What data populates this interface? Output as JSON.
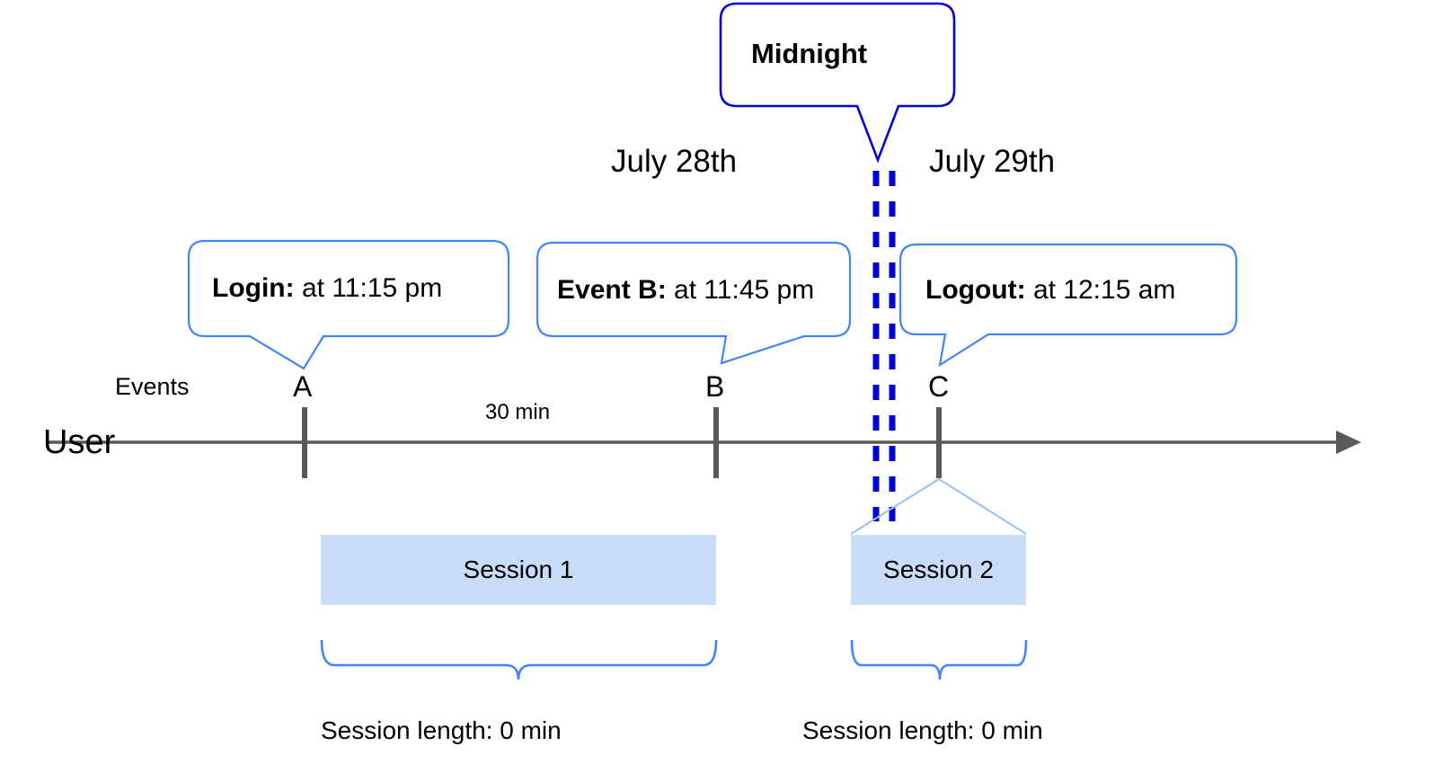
{
  "diagram": {
    "title_callout": {
      "label": "Midnight",
      "border_color": "#0000d6"
    },
    "dates": [
      {
        "label": "July 28th"
      },
      {
        "label": "July 29th"
      }
    ],
    "event_callouts": [
      {
        "bold": "Login:",
        "rest": " at 11:15 pm"
      },
      {
        "bold": "Event B:",
        "rest": " at 11:45 pm"
      },
      {
        "bold": "Logout:",
        "rest": " at 12:15 am"
      }
    ],
    "axis": {
      "row_label": "User",
      "events_label": "Events",
      "event_markers": [
        {
          "letter": "A"
        },
        {
          "letter": "B"
        },
        {
          "letter": "C"
        }
      ],
      "gap_label": "30 min",
      "axis_color": "#595959"
    },
    "sessions": [
      {
        "label": "Session 1",
        "length_label": "Session length: 0 min"
      },
      {
        "label": "Session 2",
        "length_label": "Session length: 0 min"
      }
    ],
    "colors": {
      "callout_blue": "#4285f4",
      "midnight_blue": "#0000d6",
      "session_fill": "#c9dcf7",
      "brace_blue": "#4285f4",
      "axis_gray": "#595959"
    },
    "icons": {
      "arrow": "axis-arrow-icon",
      "midnight_divider": "midnight-dashed-divider-icon"
    }
  }
}
